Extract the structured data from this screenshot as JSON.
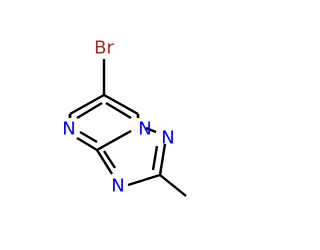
{
  "molecule": {
    "atoms": {
      "bromine": {
        "symbol": "Br",
        "color": "#A52A2A"
      },
      "n_pyrimidine": {
        "symbol": "N",
        "color": "#0000FF"
      },
      "n_bridge": {
        "symbol": "N",
        "color": "#0000FF"
      },
      "n_triazole_top": {
        "symbol": "N",
        "color": "#0000FF"
      },
      "n_triazole_bottom": {
        "symbol": "N",
        "color": "#0000FF"
      }
    }
  }
}
